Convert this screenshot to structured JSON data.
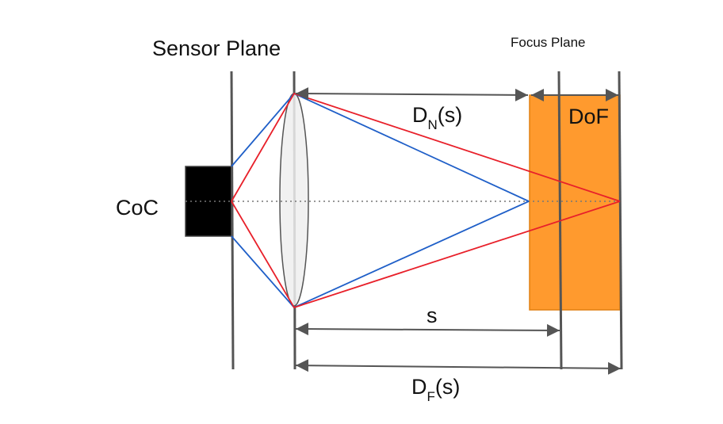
{
  "labels": {
    "sensor_plane": "Sensor Plane",
    "focus_plane": "Focus Plane",
    "coc": "CoC",
    "dof": "DoF",
    "near_distance": {
      "main": "D",
      "sub": "N",
      "rest": "(s)"
    },
    "focus_distance": "s",
    "far_distance": {
      "main": "D",
      "sub": "F",
      "rest": "(s)"
    }
  },
  "colors": {
    "dof_fill": "#FF9A2E",
    "dof_stroke": "#E07F10",
    "near_rays": "#1F5FC8",
    "far_rays": "#E8202A",
    "lines": "#555555",
    "coc_box": "#000000",
    "lens_fill": "#EEEEEE"
  }
}
